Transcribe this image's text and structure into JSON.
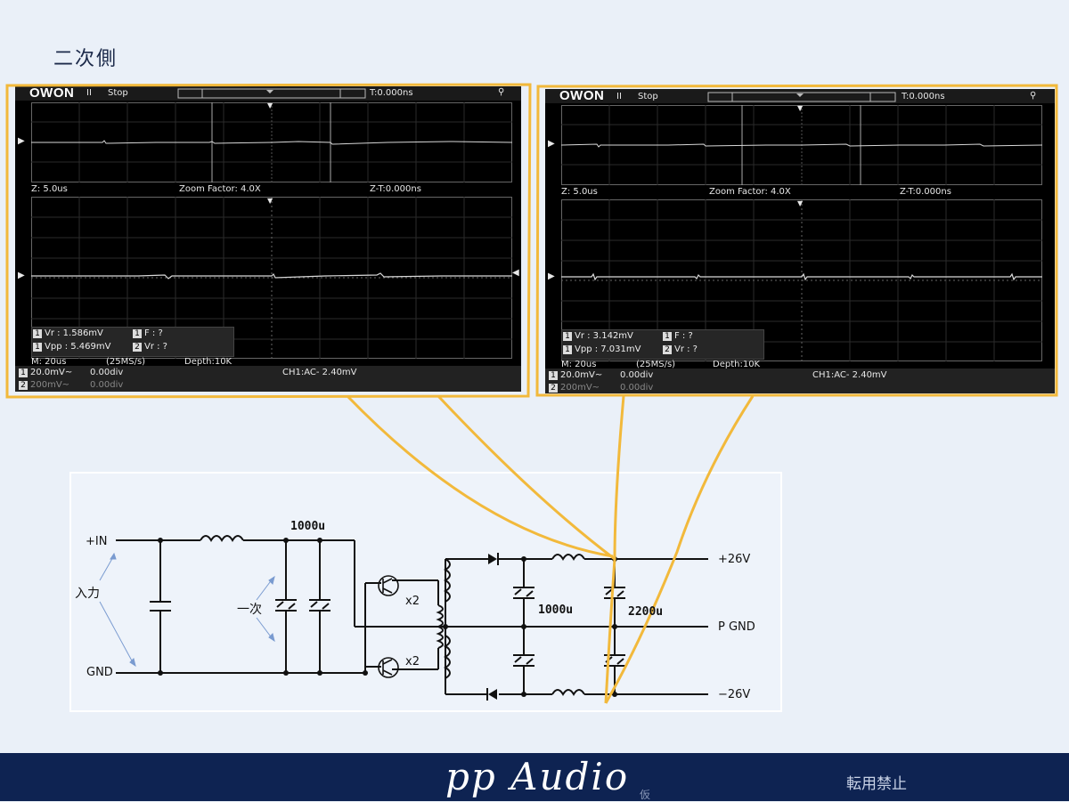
{
  "slide": {
    "title": "二次側"
  },
  "scopes": [
    {
      "brand": "OWON",
      "run_icon": "II",
      "state": "Stop",
      "trigger_time": "T:0.000ns",
      "zoom": {
        "z": "Z: 5.0us",
        "factor": "Zoom Factor: 4.0X",
        "zt": "Z-T:0.000ns"
      },
      "measurements": [
        {
          "ch": "1",
          "label": "Vr : 1.586mV"
        },
        {
          "ch": "1",
          "label": "F :   ?"
        },
        {
          "ch": "1",
          "label": "Vpp : 5.469mV"
        },
        {
          "ch": "2",
          "label": "Vr :   ?"
        }
      ],
      "timebase": "M: 20us",
      "sample": "(25MS/s)",
      "depth": "Depth:10K",
      "trigger": "CH1:AC-  2.40mV",
      "channels": [
        {
          "ch": "1",
          "scale": "20.0mV~",
          "offset": "0.00div"
        },
        {
          "ch": "2",
          "scale": "200mV~",
          "offset": "0.00div"
        }
      ]
    },
    {
      "brand": "OWON",
      "run_icon": "II",
      "state": "Stop",
      "trigger_time": "T:0.000ns",
      "zoom": {
        "z": "Z: 5.0us",
        "factor": "Zoom Factor: 4.0X",
        "zt": "Z-T:0.000ns"
      },
      "measurements": [
        {
          "ch": "1",
          "label": "Vr : 3.142mV"
        },
        {
          "ch": "1",
          "label": "F :   ?"
        },
        {
          "ch": "1",
          "label": "Vpp : 7.031mV"
        },
        {
          "ch": "2",
          "label": "Vr :   ?"
        }
      ],
      "timebase": "M: 20us",
      "sample": "(25MS/s)",
      "depth": "Depth:10K",
      "trigger": "CH1:AC-  2.40mV",
      "channels": [
        {
          "ch": "1",
          "scale": "20.0mV~",
          "offset": "0.00div"
        },
        {
          "ch": "2",
          "scale": "200mV~",
          "offset": "0.00div"
        }
      ]
    }
  ],
  "circuit": {
    "in_plus": "+IN",
    "in_label": "入力",
    "gnd": "GND",
    "primary": "一次",
    "cap_primary": "1000u",
    "x2_top": "x2",
    "x2_bottom": "x2",
    "cap_secondary_1": "1000u",
    "cap_secondary_2": "2200u",
    "out_plus": "+26V",
    "out_gnd": "P GND",
    "out_minus": "−26V"
  },
  "footer": {
    "brand": "pp Audio",
    "provisional": "仮",
    "notice": "転用禁止"
  },
  "colors": {
    "highlight": "#f2b93b",
    "footer_bg": "#0e2352",
    "trace": "#d8d8d8"
  }
}
